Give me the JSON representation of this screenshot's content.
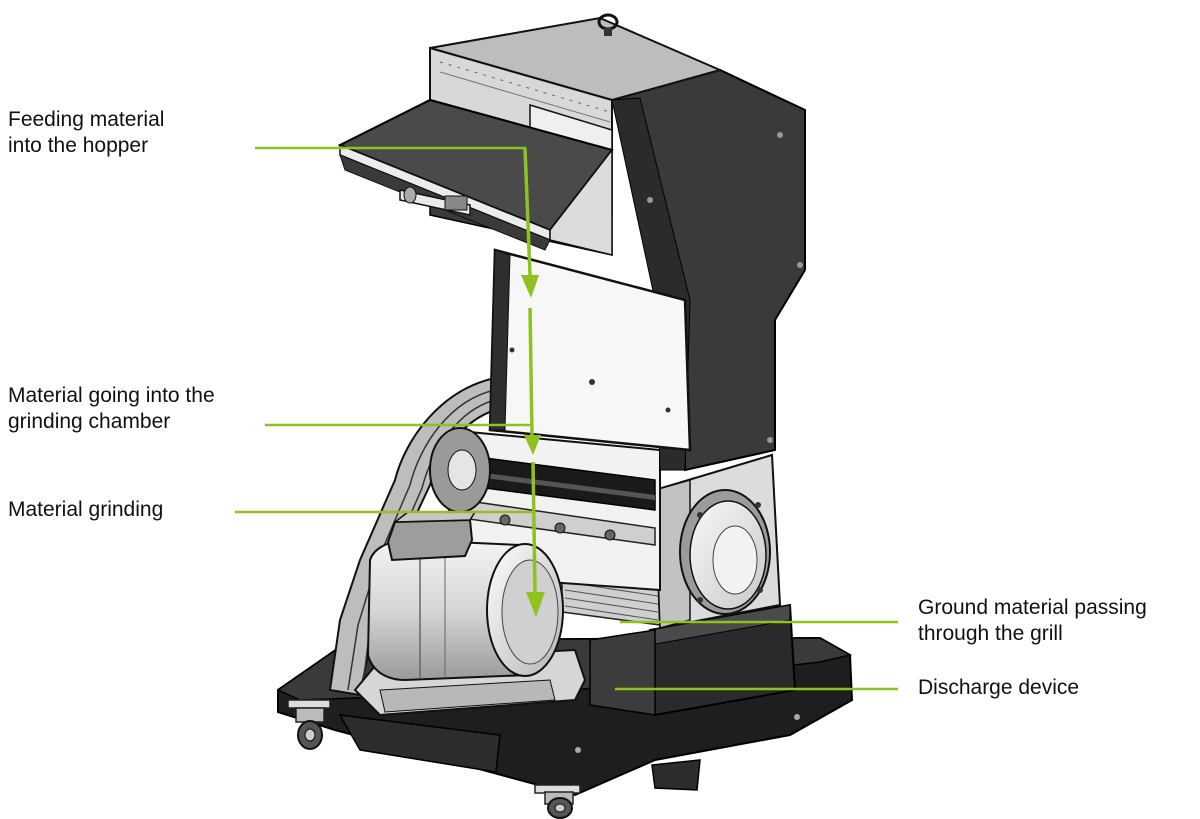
{
  "diagram": {
    "accent_color": "#8dc21f",
    "machine": "plastic-granulator-machine",
    "labels": {
      "hopper": {
        "line1": "Feeding material",
        "line2": "into the hopper"
      },
      "chamber": {
        "line1": "Material going into the",
        "line2": "grinding chamber"
      },
      "grinding": {
        "line1": "Material grinding"
      },
      "grill": {
        "line1": "Ground material passing",
        "line2": "through the grill"
      },
      "discharge": {
        "line1": "Discharge device"
      }
    }
  }
}
